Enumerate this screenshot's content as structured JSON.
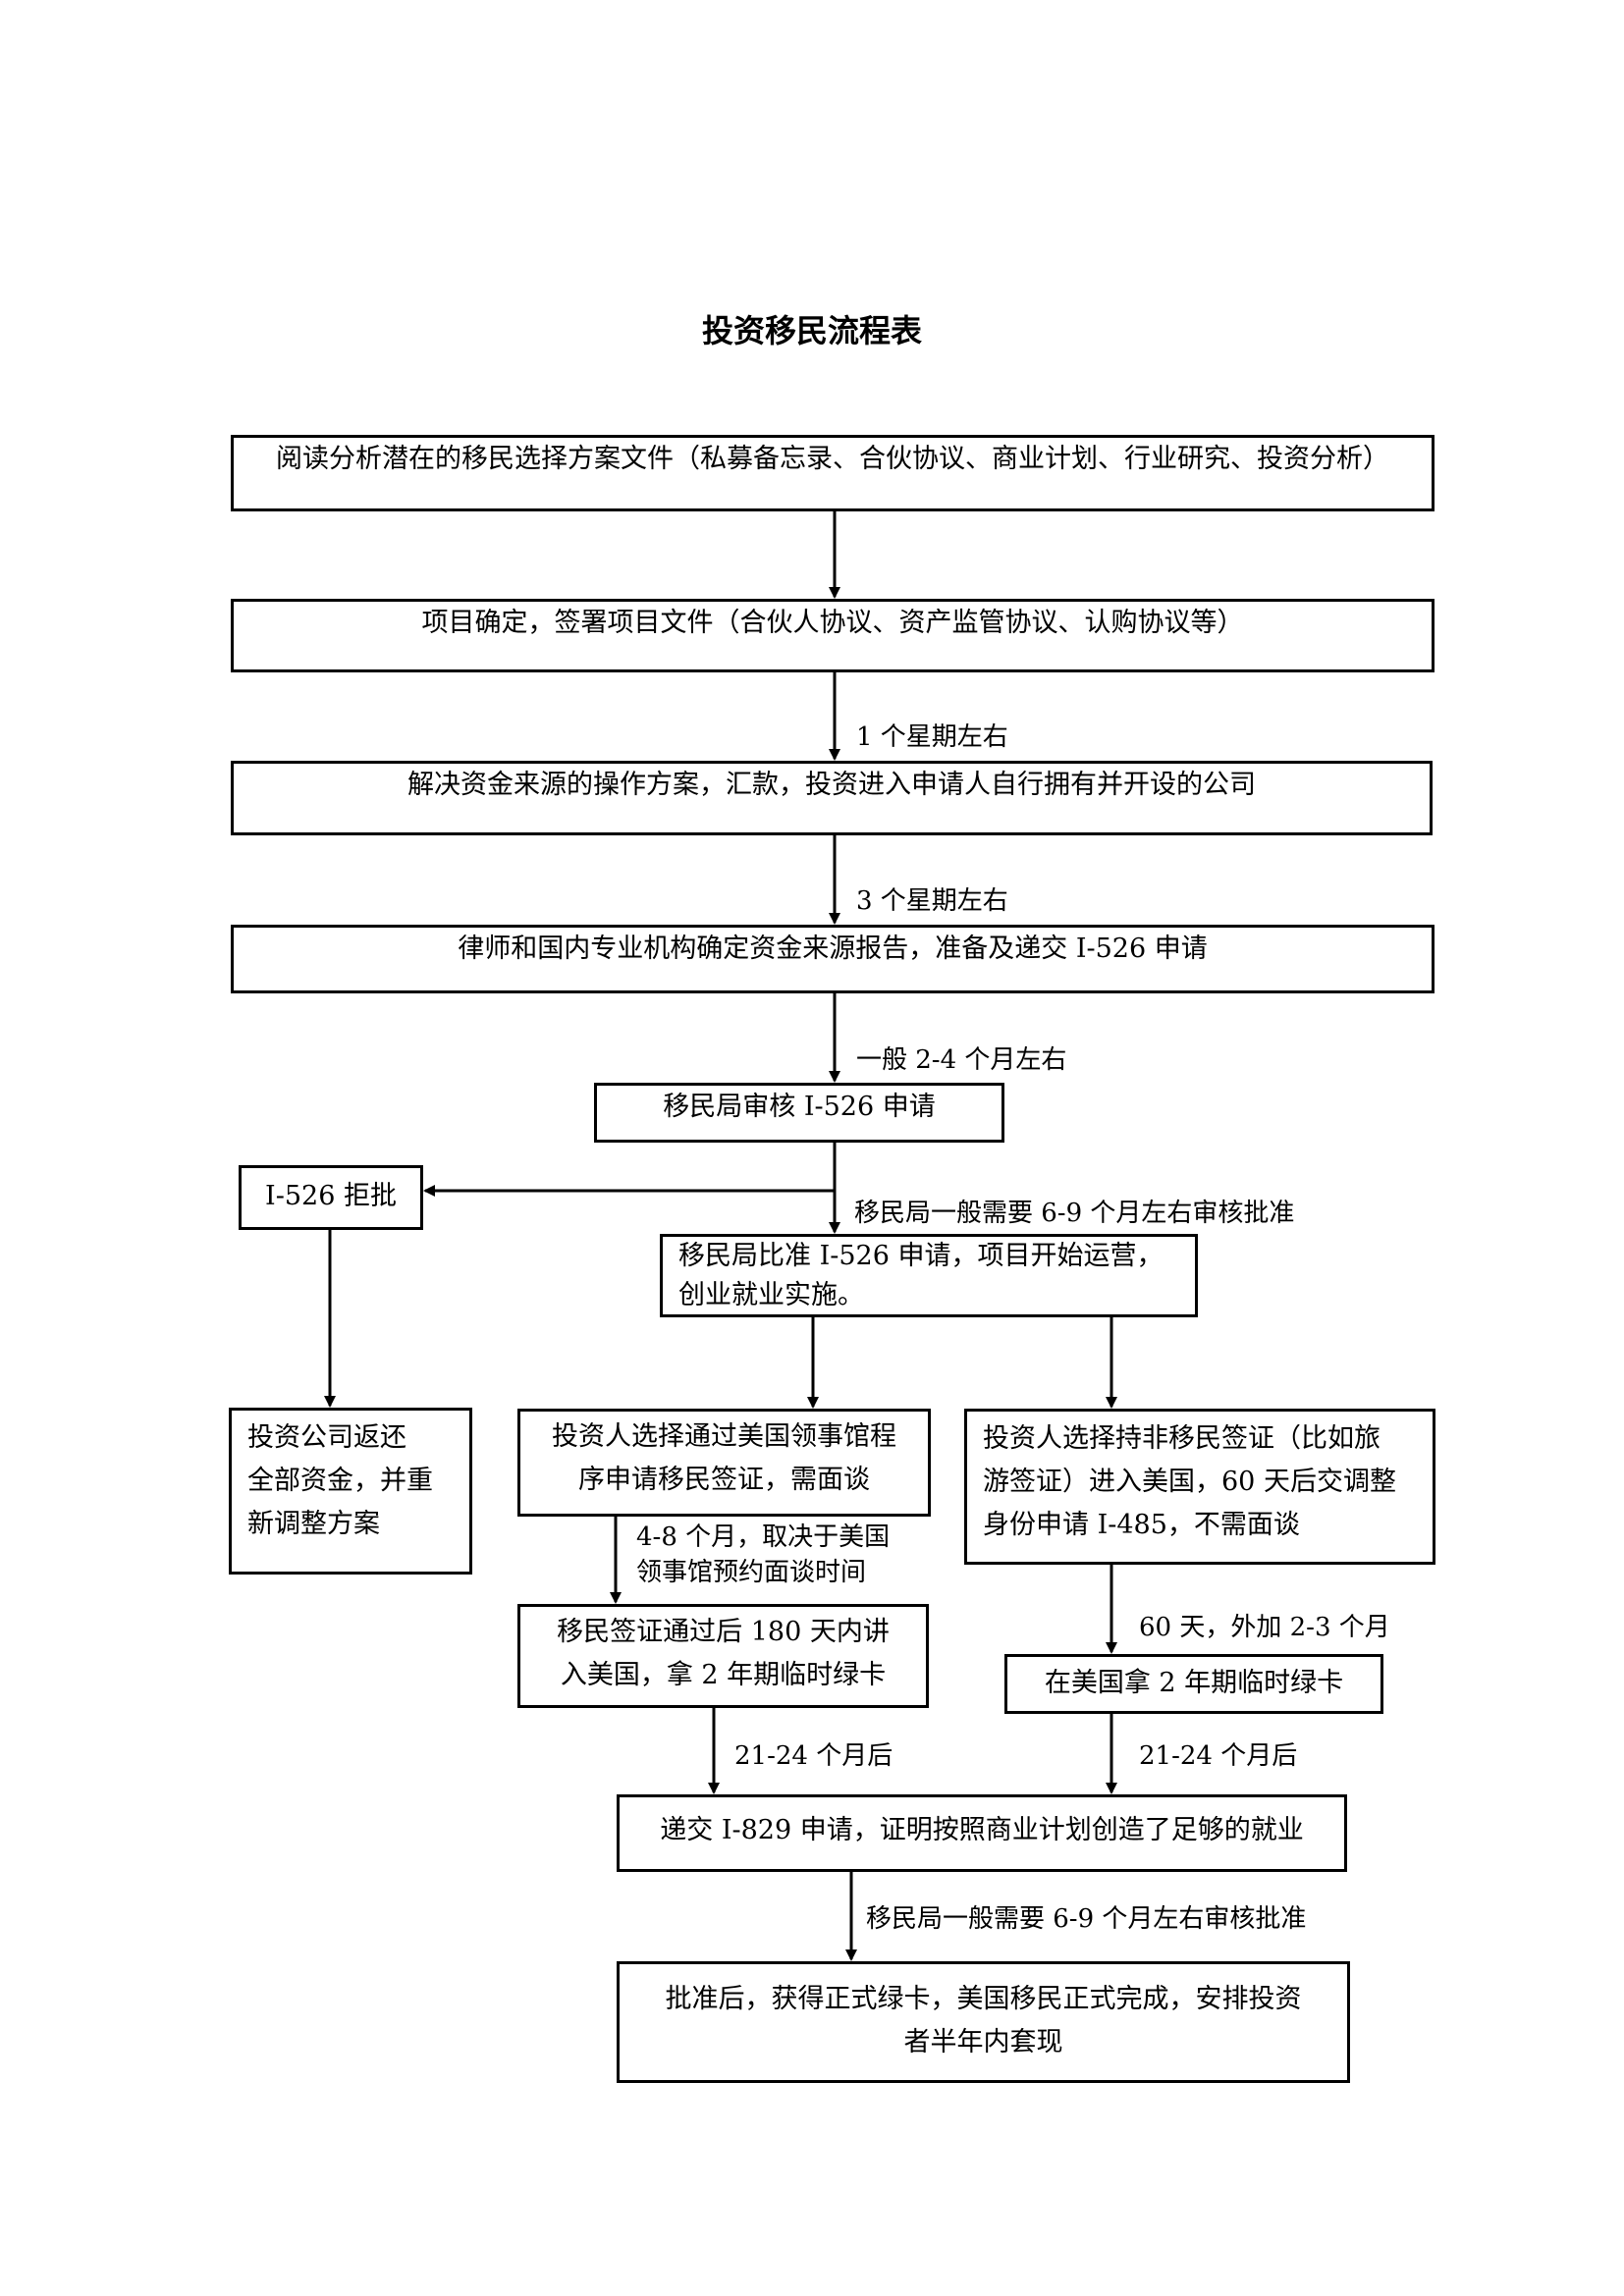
{
  "title": "投资移民流程表",
  "steps": {
    "review": "阅读分析潜在的移民选择方案文件（私募备忘录、合伙协议、商业计划、行业研究、投资分析）",
    "confirm": "项目确定，签署项目文件（合伙人协议、资产监管协议、认购协议等）",
    "funds": "解决资金来源的操作方案，汇款，投资进入申请人自行拥有并开设的公司",
    "report": "律师和国内专业机构确定资金来源报告，准备及递交 I-526 申请",
    "uscis_review": "移民局审核 I-526 申请",
    "rejected": "I-526 拒批",
    "refund": [
      "投资公司返还",
      "全部资金，并重",
      "新调整方案"
    ],
    "approved": [
      "移民局比准 I-526 申请，项目开始运营，",
      "创业就业实施。"
    ],
    "consular": [
      "投资人选择通过美国领事馆程",
      "序申请移民签证，需面谈"
    ],
    "adjust": [
      "投资人选择持非移民签证（比如旅",
      "游签证）进入美国，60 天后交调整",
      "身份申请 I-485，不需面谈"
    ],
    "visa_entry": [
      "移民签证通过后 180 天内讲",
      "入美国，拿 2 年期临时绿卡"
    ],
    "temp_card": "在美国拿 2 年期临时绿卡",
    "i829": "递交 I-829 申请，证明按照商业计划创造了足够的就业",
    "final": [
      "批准后，获得正式绿卡，美国移民正式完成，安排投资",
      "者半年内套现"
    ]
  },
  "labels": {
    "week1": "1 个星期左右",
    "week3": "3 个星期左右",
    "months_2_4": "一般 2-4 个月左右",
    "months_6_9_a": "移民局一般需要 6-9 个月左右审核批准",
    "consulate_wait": [
      "4-8 个月，取决于美国",
      "领事馆预约面谈时间"
    ],
    "days_60": "60 天，外加 2-3 个月",
    "months_21_24_left": "21-24 个月后",
    "months_21_24_right": "21-24 个月后",
    "months_6_9_b": "移民局一般需要 6-9 个月左右审核批准"
  }
}
